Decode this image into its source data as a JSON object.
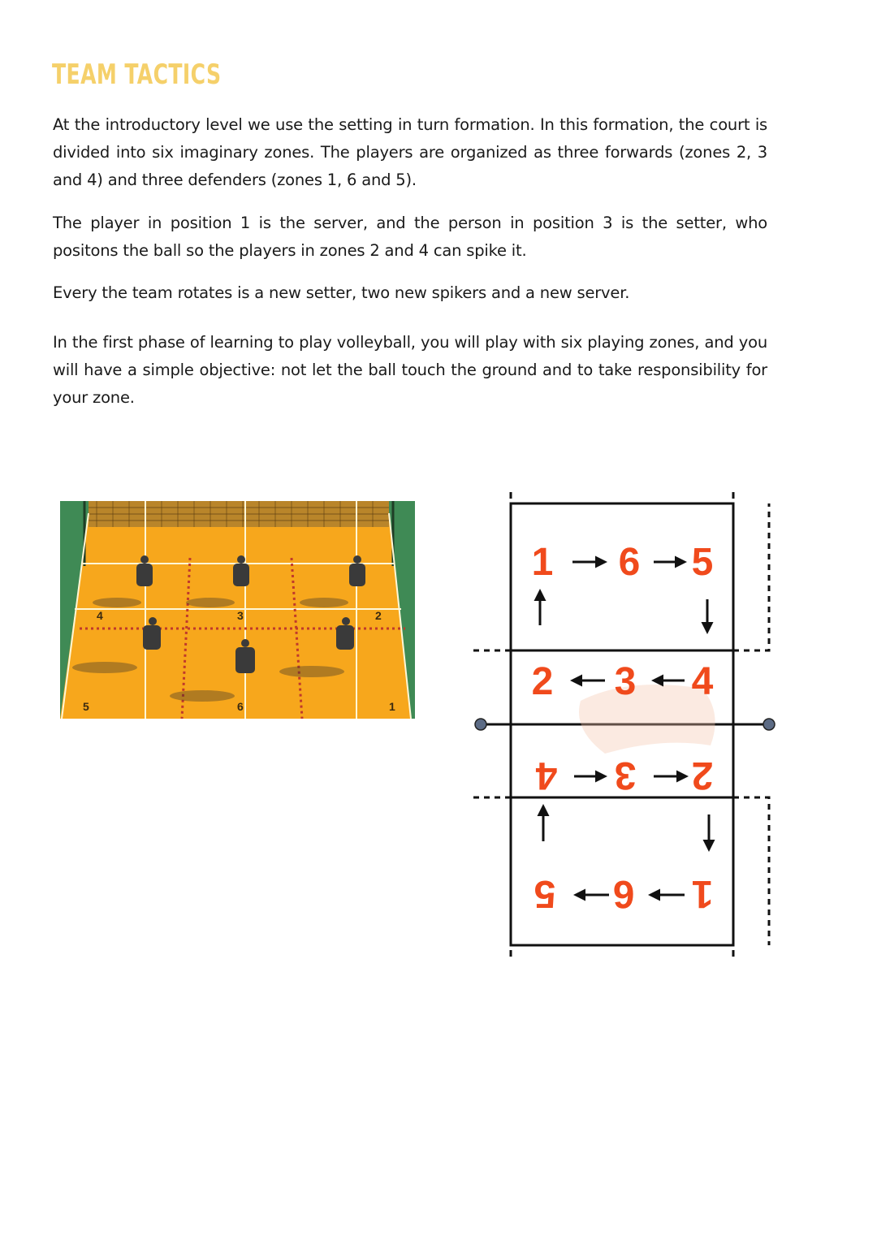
{
  "page": {
    "title": "TEAM TACTICS",
    "paragraphs": [
      "At the introductory level we use the setting in turn formation. In this formation, the court is divided into six imaginary zones. The players are organized as three forwards (zones 2, 3 and 4) and three defenders (zones 1, 6 and 5).",
      "The player in position 1 is the server, and the person in position 3 is the setter, who positons the ball so the players in zones 2 and 4 can spike it.",
      "Every the team rotates is a new setter, two new spikers and a new server.",
      "In the first phase of learning to play volleyball, you will play with six playing zones, and you will have a simple objective: not let the ball touch the ground and to take responsibility for your zone."
    ]
  },
  "court_photo": {
    "zone_labels": {
      "front_left": "4",
      "front_center": "3",
      "front_right": "2",
      "back_left": "5",
      "back_center": "6",
      "back_right": "1"
    },
    "colors": {
      "floor": "#f5a623",
      "surround": "#3f8a55",
      "zone_lines": "#c0392b"
    }
  },
  "rotation_diagram": {
    "top_back_row": [
      "1",
      "6",
      "5"
    ],
    "top_front_row": [
      "2",
      "3",
      "4"
    ],
    "bottom_front_row": [
      "4",
      "3",
      "2"
    ],
    "bottom_back_row": [
      "5",
      "6",
      "1"
    ],
    "colors": {
      "numbers": "#f04a1c",
      "lines": "#111111",
      "net_post": "#5c6b85"
    }
  }
}
